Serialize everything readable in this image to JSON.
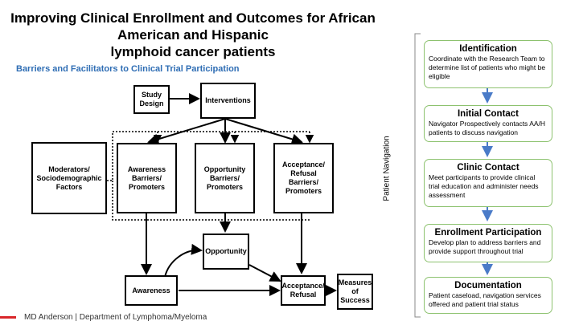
{
  "title": {
    "line1": "Improving Clinical Enrollment and Outcomes for African American and Hispanic",
    "line2": "lymphoid cancer patients"
  },
  "diagram": {
    "subtitle": "Barriers and Facilitators to Clinical Trial Participation",
    "boxes": {
      "study_design": "Study Design",
      "interventions": "Interventions",
      "moderators": "Moderators/ Sociodemographic Factors",
      "awareness_bp": "Awareness Barriers/ Promoters",
      "opportunity_bp": "Opportunity Barriers/ Promoters",
      "acceptance_bp": "Acceptance/ Refusal Barriers/ Promoters",
      "opportunity": "Opportunity",
      "awareness": "Awareness",
      "acceptance": "Acceptance/ Refusal",
      "measures": "Measures of Success"
    }
  },
  "navigation": {
    "label": "Patient Navigation",
    "arrow_color": "#4a7bc8",
    "border_color": "#8dc26f",
    "steps": [
      {
        "title": "Identification",
        "desc": "Coordinate with the Research Team to determine list of patients who might be eligible"
      },
      {
        "title": "Initial Contact",
        "desc": "Navigator Prospectively contacts AA/H patients to discuss navigation"
      },
      {
        "title": "Clinic Contact",
        "desc": "Meet participants to provide clinical trial education and administer needs assessment"
      },
      {
        "title": "Enrollment Participation",
        "desc": "Develop plan to address barriers and provide support throughout trial"
      },
      {
        "title": "Documentation",
        "desc": "Patient caseload, navigation services offered and patient trial status"
      }
    ]
  },
  "footer": {
    "text": "MD Anderson  |  Department of Lymphoma/Myeloma",
    "accent": "#d9262a"
  }
}
